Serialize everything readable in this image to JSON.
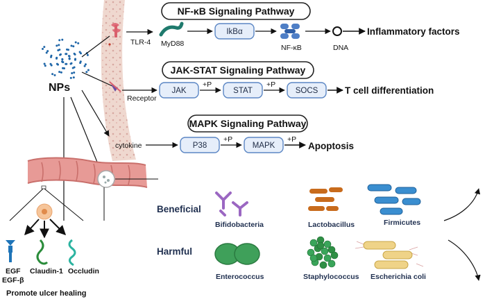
{
  "nps_label": "NPs",
  "pathways": {
    "nfkb": {
      "title": "NF-κB Signaling Pathway",
      "receptor": "TLR-4",
      "adaptor": "MyD88",
      "inhibitor": "IkBα",
      "factor": "NF-κB",
      "dna": "DNA",
      "output": "Inflammatory factors"
    },
    "jakstat": {
      "title": "JAK-STAT Signaling Pathway",
      "receptor": "Receptor",
      "nodes": [
        "JAK",
        "STAT",
        "SOCS"
      ],
      "p_labels": [
        "+P",
        "+P"
      ],
      "output": "T cell differentiation"
    },
    "mapk": {
      "title": "MAPK Signaling Pathway",
      "input": "cytokine",
      "nodes": [
        "P38",
        "MAPK"
      ],
      "p_labels": [
        "+P",
        "+P"
      ],
      "output": "Apoptosis"
    }
  },
  "barrier": {
    "proteins": [
      "EGF",
      "EGF-β",
      "Claudin-1",
      "Occludin"
    ],
    "caption": "Promote ulcer healing"
  },
  "microbiota": {
    "beneficial_label": "Beneficial",
    "harmful_label": "Harmful",
    "beneficial": [
      "Bifidobacteria",
      "Lactobacillus",
      "Firmicutes"
    ],
    "harmful": [
      "Enterococcus",
      "Staphylococcus",
      "Escherichia coli"
    ]
  },
  "colors": {
    "node_fill": "#e6eefa",
    "node_stroke": "#5b86c4",
    "vessel": "#efd8cf",
    "intestine": "#e79a96",
    "nanoparticle": "#1f66a8",
    "bifido": "#9b67c2",
    "lacto": "#c86b1c",
    "firmi": "#3a8ed0",
    "entero": "#3fa05a",
    "staph": "#2f8f45",
    "ecoli": "#e5c270"
  }
}
